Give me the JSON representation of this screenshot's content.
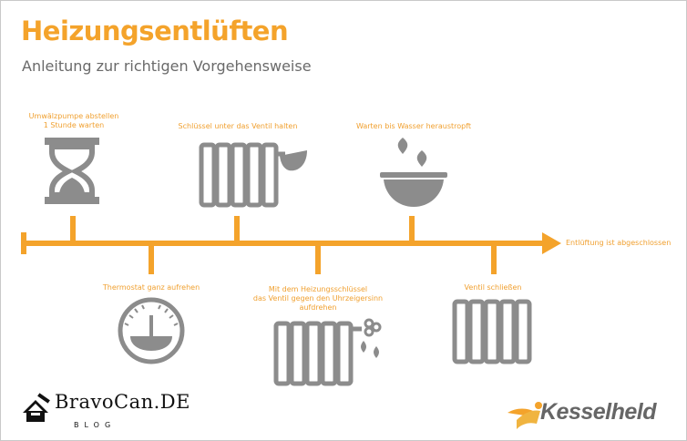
{
  "header": {
    "title": "Heizungsentlüften",
    "subtitle": "Anleitung zur richtigen Vorgehensweise"
  },
  "steps_top": [
    {
      "line1": "Umwälzpumpe abstellen",
      "line2": "1 Stunde warten",
      "icon": "hourglass-icon"
    },
    {
      "line1": "Schlüssel unter das Ventil halten",
      "icon": "radiator-with-bowl-icon"
    },
    {
      "line1": "Warten bis Wasser heraustropft",
      "icon": "bowl-drops-icon"
    }
  ],
  "steps_bottom": [
    {
      "line1": "Thermostat ganz aufrehen",
      "icon": "thermostat-dial-icon"
    },
    {
      "line1": "Mit dem Heizungsschlüssel",
      "line2": "das Ventil gegen den Uhrzeigersinn",
      "line3": "aufdrehen",
      "icon": "radiator-key-drops-icon"
    },
    {
      "line1": "Ventil schließen",
      "icon": "radiator-icon"
    }
  ],
  "end_label": "Entlüftung ist abgeschlossen",
  "branding": {
    "left_name": "BravoCan.DE",
    "left_sub": "BLOG",
    "right_name": "Kesselheld"
  },
  "colors": {
    "accent": "#f4a32b",
    "icon_gray": "#8c8c8c",
    "text_gray": "#6a6a6a"
  }
}
